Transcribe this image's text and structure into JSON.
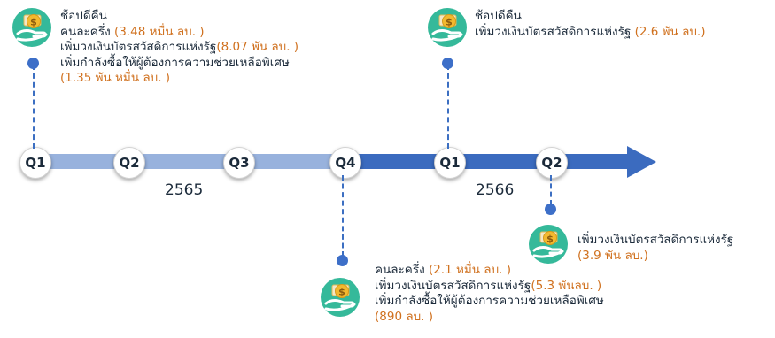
{
  "timeline": {
    "quarters": [
      "Q1",
      "Q2",
      "Q3",
      "Q4",
      "Q1",
      "Q2"
    ],
    "years": [
      "2565",
      "2566"
    ]
  },
  "events": {
    "e1": {
      "icon": "money-hand-icon",
      "lines": [
        {
          "a": "ช้อปดีคืน",
          "b": ""
        },
        {
          "a": "คนละครึ่ง ",
          "b": "(3.48 หมื่น ลบ. )"
        },
        {
          "a": "เพิ่มวงเงินบัตรสวัสดิการแห่งรัฐ",
          "b": "(8.07 พัน ลบ. )"
        },
        {
          "a": "เพิ่มกำลังซื้อให้ผู้ต้องการความช่วยเหลือพิเศษ",
          "b": ""
        },
        {
          "a": "",
          "b": "(1.35 พัน  หมื่น ลบ. )"
        }
      ]
    },
    "e2": {
      "icon": "money-hand-icon",
      "lines": [
        {
          "a": "ช้อปดีคืน",
          "b": ""
        },
        {
          "a": "เพิ่มวงเงินบัตรสวัสดิการแห่งรัฐ ",
          "b": "(2.6 พัน ลบ.)"
        }
      ]
    },
    "e3": {
      "icon": "money-hand-icon",
      "lines": [
        {
          "a": "คนละครึ่ง ",
          "b": "(2.1 หมื่น ลบ. )"
        },
        {
          "a": "เพิ่มวงเงินบัตรสวัสดิการแห่งรัฐ",
          "b": "(5.3 พันลบ. )"
        },
        {
          "a": "เพิ่มกำลังซื้อให้ผู้ต้องการความช่วยเหลือพิเศษ",
          "b": ""
        },
        {
          "a": "",
          "b": "(890 ลบ. )"
        }
      ]
    },
    "e4": {
      "icon": "money-hand-icon",
      "lines": [
        {
          "a": "เพิ่มวงเงินบัตรสวัสดิการแห่งรัฐ",
          "b": ""
        },
        {
          "a": "",
          "b": "(3.9 พัน ลบ.)"
        }
      ]
    }
  },
  "colors": {
    "bar_light": "#98b2dd",
    "bar_dark": "#3b6bbf",
    "accent_orange": "#d0711f",
    "icon_green": "#35b99a",
    "dot_blue": "#3d6fc8"
  }
}
